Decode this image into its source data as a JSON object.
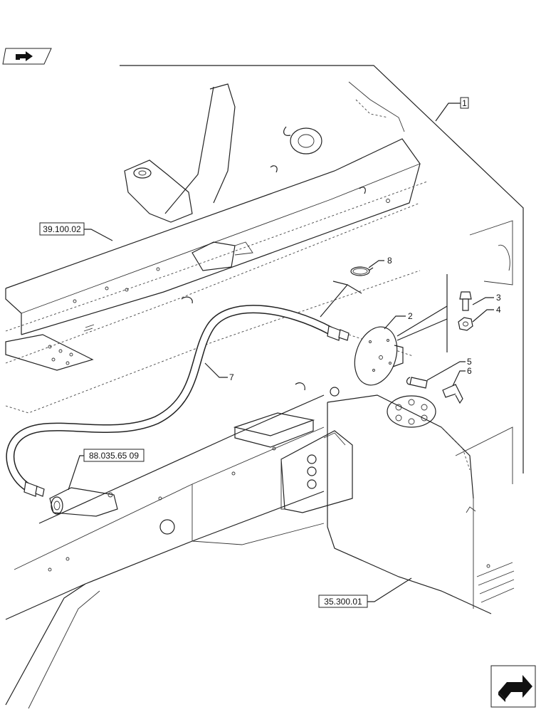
{
  "callouts": {
    "item_1": "1",
    "item_2": "2",
    "item_3": "3",
    "item_4": "4",
    "item_5": "5",
    "item_6": "6",
    "item_7": "7",
    "item_8": "8"
  },
  "references": {
    "ref_frame": "39.100.02",
    "ref_hose": "88.035.65 09",
    "ref_tank": "35.300.01"
  },
  "icons": {
    "top_left": "page-turn-icon",
    "bottom_right": "next-page-icon"
  }
}
